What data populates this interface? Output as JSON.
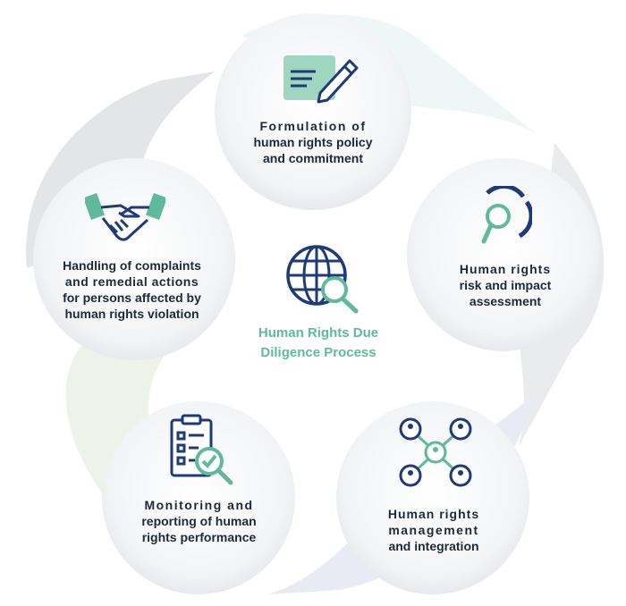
{
  "center": {
    "line1": "Human Rights Due",
    "line2": "Diligence Process"
  },
  "steps": [
    {
      "line1": "Formulation of",
      "line2": "human rights policy",
      "line3": "and commitment",
      "icon": "document-pen-icon"
    },
    {
      "line1": "Human rights",
      "line2": "risk and impact",
      "line3": "assessment",
      "icon": "risk-assessment-icon"
    },
    {
      "line1": "Human rights",
      "line2": "management",
      "line3": "and integration",
      "icon": "people-network-icon"
    },
    {
      "line1": "Monitoring and",
      "line2": "reporting of human",
      "line3": "rights performance",
      "icon": "checklist-clipboard-icon"
    },
    {
      "line1": "Handling of complaints",
      "line2": "and remedial actions",
      "line3": "for persons affected by",
      "line4": "human rights violation",
      "icon": "handshake-icon"
    }
  ],
  "colors": {
    "navy": "#1f3a78",
    "green": "#5fb99a",
    "text": "#1e2a38"
  }
}
